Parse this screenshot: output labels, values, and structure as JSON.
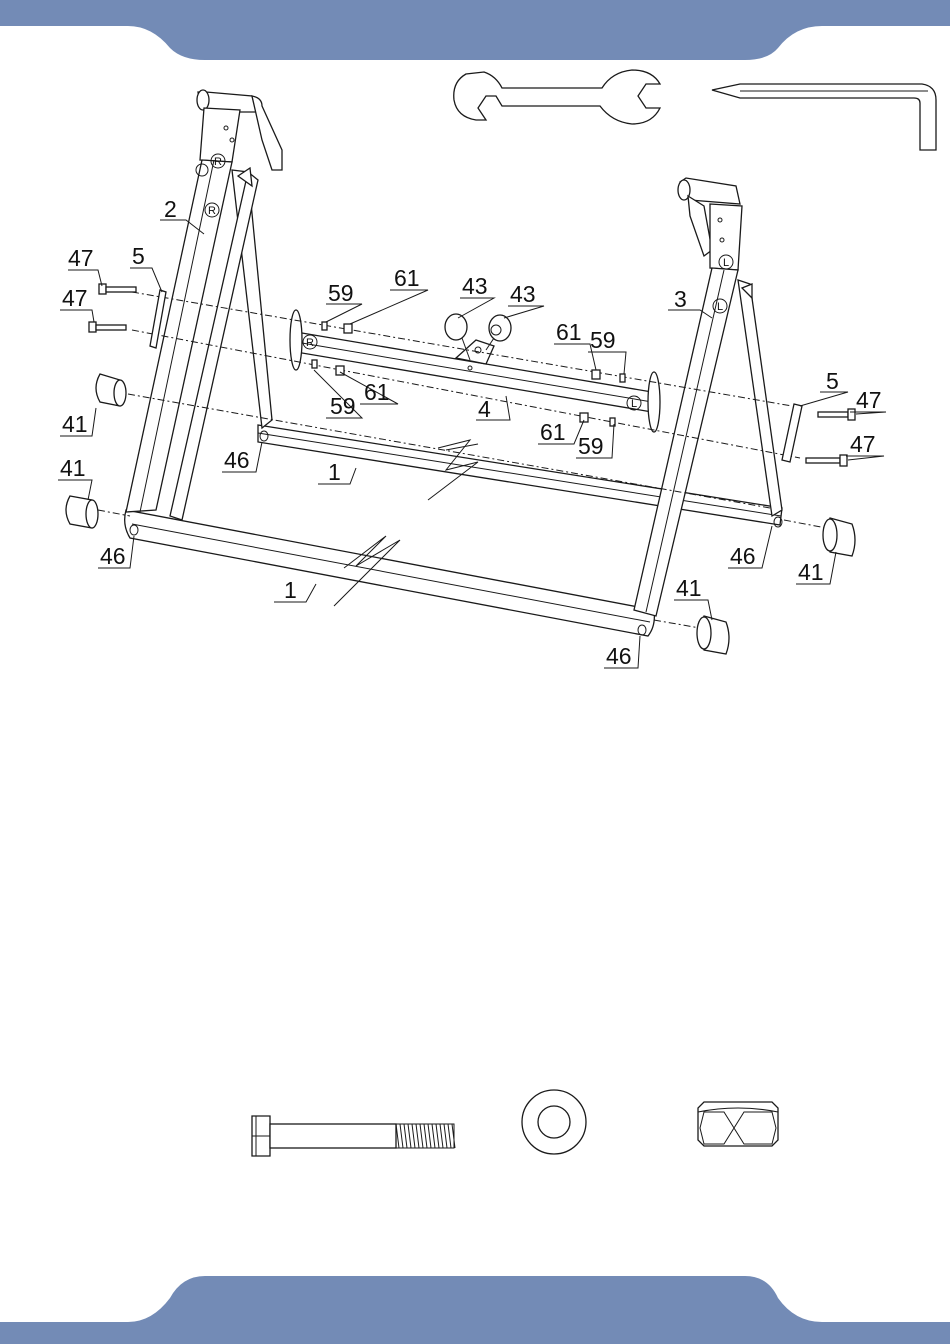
{
  "colors": {
    "band": "#738bb6",
    "line": "#1a1a1a"
  },
  "tools": {
    "wrench": "open-end-wrench-icon",
    "hex_key": "hex-key-icon"
  },
  "hardware": {
    "bolt": "bolt-icon",
    "washer": "washer-icon",
    "nut": "nut-icon"
  },
  "labels": {
    "p2": "2",
    "p3": "3",
    "p4": "4",
    "p47a": "47",
    "p47b": "47",
    "p47c": "47",
    "p47d": "47",
    "p5a": "5",
    "p5b": "5",
    "p59a": "59",
    "p59b": "59",
    "p59c": "59",
    "p59d": "59",
    "p61a": "61",
    "p61b": "61",
    "p61c": "61",
    "p61d": "61",
    "p43a": "43",
    "p43b": "43",
    "p41a": "41",
    "p41b": "41",
    "p41c": "41",
    "p41d": "41",
    "p46a": "46",
    "p46b": "46",
    "p46c": "46",
    "p46d": "46",
    "p1a": "1",
    "p1b": "1"
  },
  "side_marks": {
    "right": "R",
    "left": "L"
  }
}
